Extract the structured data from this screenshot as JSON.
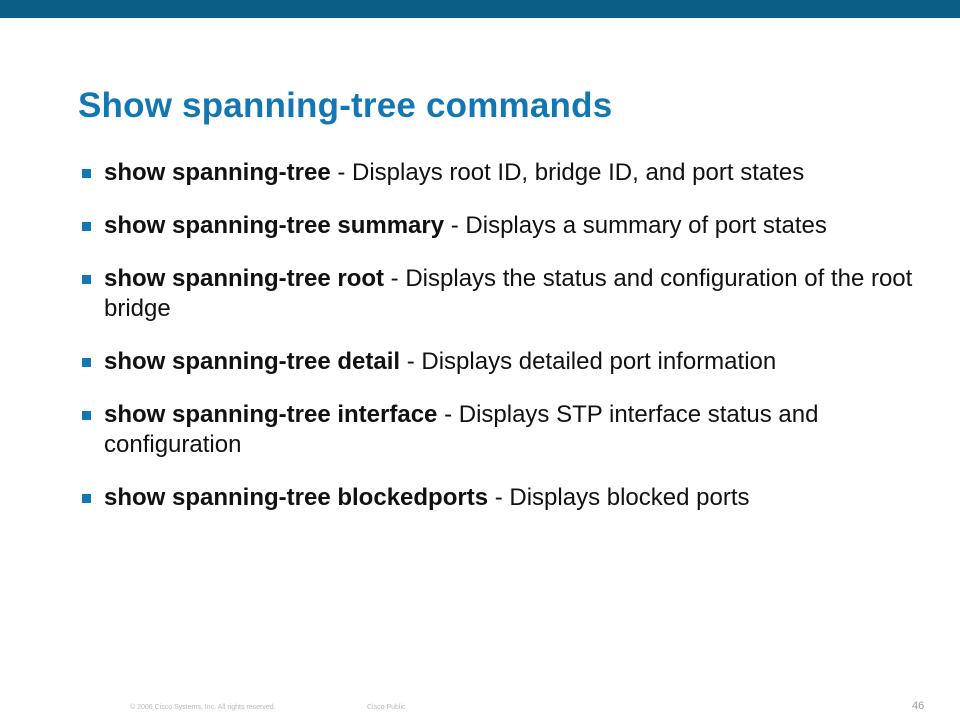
{
  "slide": {
    "title": "Show spanning-tree commands"
  },
  "bullets": [
    {
      "command": "show spanning-tree",
      "separator": " - ",
      "description": "Displays root ID, bridge ID, and port states"
    },
    {
      "command": "show spanning-tree summary",
      "separator": " - ",
      "description": "Displays a summary of port states"
    },
    {
      "command": "show spanning-tree root",
      "separator": " - ",
      "description": "Displays the status and configuration of the root bridge"
    },
    {
      "command": "show spanning-tree detail",
      "separator": " - ",
      "description": "Displays detailed port information"
    },
    {
      "command": "show spanning-tree interface",
      "separator": " - ",
      "description": "Displays STP interface status and configuration"
    },
    {
      "command": "show spanning-tree blockedports",
      "separator": " - ",
      "description": "Displays blocked ports"
    }
  ],
  "footer": {
    "copyright": "© 2006 Cisco Systems, Inc. All rights reserved.",
    "classification": "Cisco Public",
    "page_number": "46"
  },
  "colors": {
    "top_bar": "#0b5e86",
    "title": "#1277b2",
    "bullet": "#1277b2",
    "body_text": "#111111"
  }
}
